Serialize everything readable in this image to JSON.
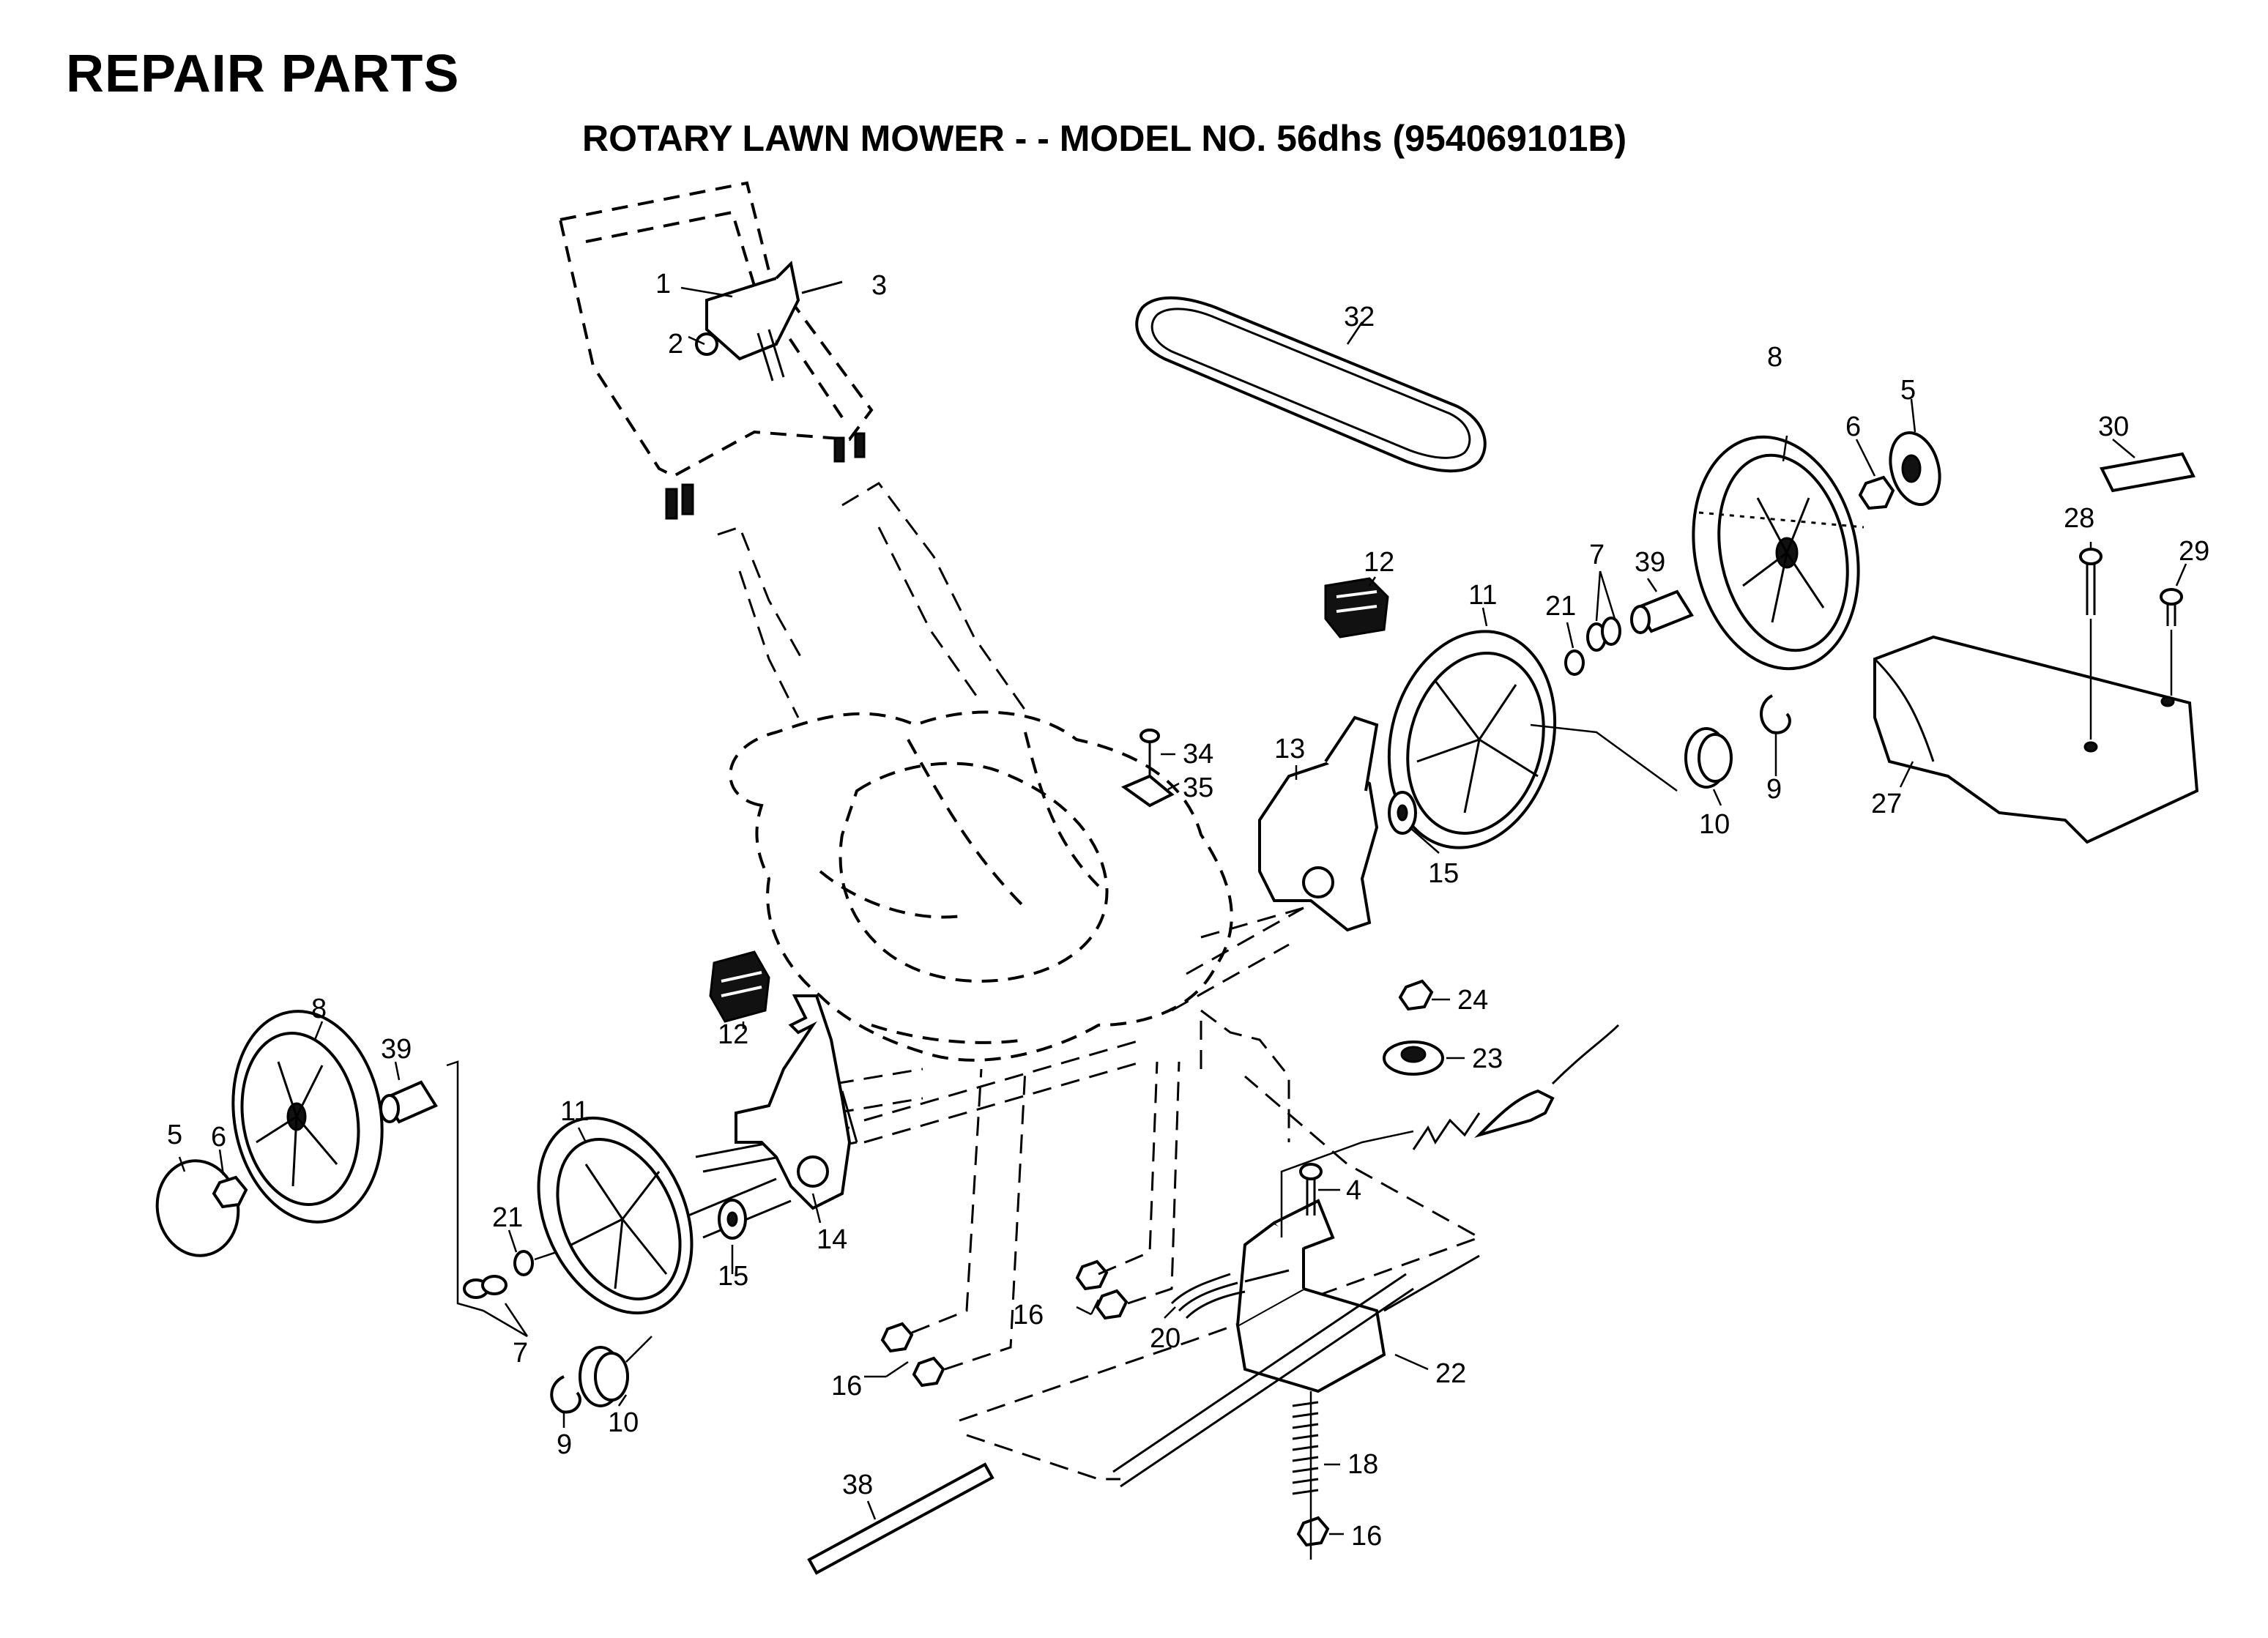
{
  "header": {
    "title": "REPAIR PARTS",
    "subtitle": "ROTARY LAWN MOWER - - MODEL NO. 56dhs  (954069101B)"
  },
  "callouts": {
    "handle_bracket": "1",
    "handle_knob": "2",
    "handle_bolt": "3",
    "bolt_4": "4",
    "hubcap_right": "5",
    "hubcap_left": "5",
    "nut_6_right": "6",
    "nut_6_left": "6",
    "washers_7_right": "7",
    "washers_7_left": "7",
    "wheel_8_right": "8",
    "wheel_8_left": "8",
    "clip_9_right": "9",
    "clip_9_left": "9",
    "pinion_10_right": "10",
    "pinion_10_left": "10",
    "gearwheel_11_right": "11",
    "gearwheel_11_left": "11",
    "adjuster_12_right": "12",
    "adjuster_12_left": "12",
    "bracket_13": "13",
    "bracket_14": "14",
    "dog_15_right": "15",
    "dog_15_left": "15",
    "nut_16_pair_center": "16",
    "nut_16_pair_left": "16",
    "nut_16_bottom": "16",
    "spring_18": "18",
    "spring_20": "20",
    "washer_21_right": "21",
    "washer_21_left": "21",
    "transmission_22": "22",
    "pulley_23": "23",
    "nut_24": "24",
    "cover_27": "27",
    "screw_28": "28",
    "screw_29": "29",
    "decal_30": "30",
    "belt_32": "32",
    "bolt_34": "34",
    "clip_35": "35",
    "rod_38": "38",
    "bushing_39_right": "39",
    "bushing_39_left": "39"
  }
}
